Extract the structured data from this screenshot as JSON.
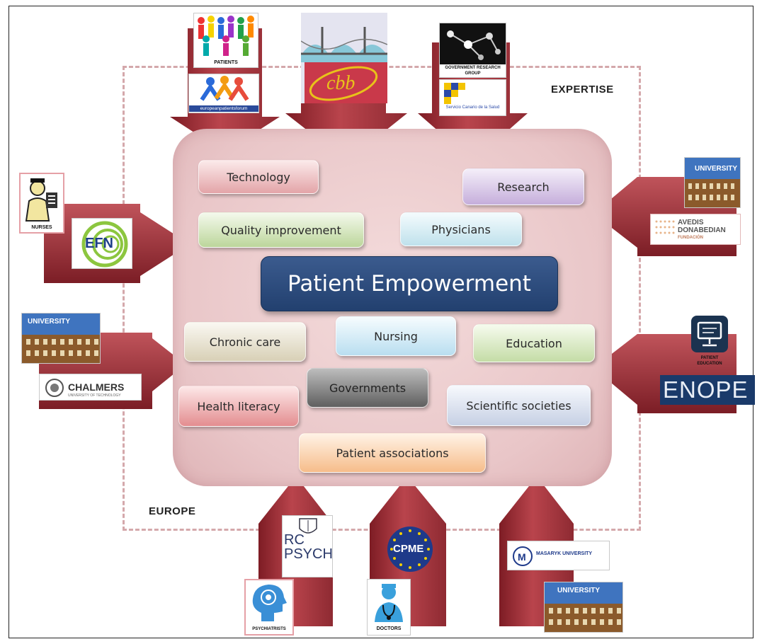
{
  "regions": {
    "expertise": "EXPERTISE",
    "europe": "EUROPE"
  },
  "center": "Patient Empowerment",
  "topics": {
    "technology": "Technology",
    "research": "Research",
    "quality": "Quality improvement",
    "physicians": "Physicians",
    "chronic": "Chronic care",
    "nursing": "Nursing",
    "education": "Education",
    "governments": "Governments",
    "health_literacy": "Health literacy",
    "scientific": "Scientific societies",
    "patient_assoc": "Patient associations"
  },
  "logos": {
    "patients": "PATIENTS",
    "epf": "europeanpatientsforum",
    "gov_research": "GOVERNMENT RESEARCH GROUP",
    "servicio": "Servicio Canario de la Salud",
    "nurses": "NURSES",
    "efn": "EFN",
    "university_right": "UNIVERSITY",
    "avedis": "AVEDIS DONABEDIAN",
    "fundacion": "FUNDACIÓN",
    "university_left": "UNIVERSITY",
    "chalmers": "CHALMERS",
    "chalmers_sub": "UNIVERSITY OF TECHNOLOGY",
    "patient_education": "PATIENT EDUCATION",
    "enope": "ENOPE",
    "rcpsych_1": "RC",
    "rcpsych_2": "PSYCH",
    "psychiatrists": "PSYCHIATRISTS",
    "cpme": "CPME",
    "doctors": "DOCTORS",
    "masaryk": "MASARYK UNIVERSITY",
    "university_bottom": "UNIVERSITY"
  }
}
